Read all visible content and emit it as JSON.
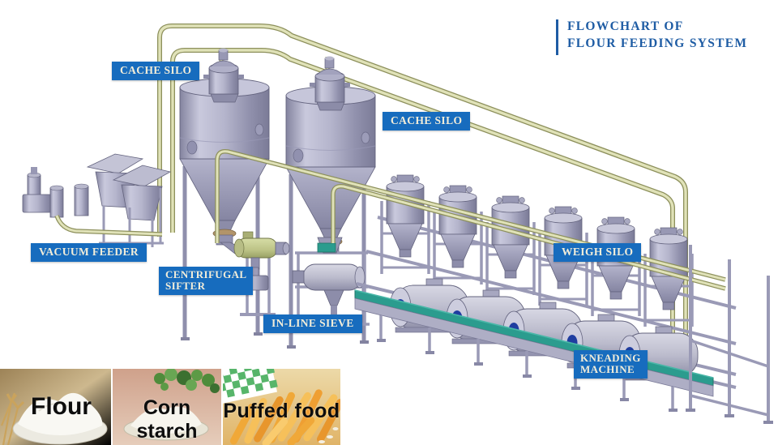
{
  "title": {
    "line1": "FLOWCHART OF",
    "line2": "FLOUR FEEDING SYSTEM"
  },
  "labels": {
    "cache_silo_1": "CACHE SILO",
    "cache_silo_2": "CACHE SILO",
    "vacuum_feeder": "VACUUM FEEDER",
    "centrifugal_sifter_line1": "CENTRIFUGAL",
    "centrifugal_sifter_line2": "SIFTER",
    "in_line_sieve": "IN-LINE SIEVE",
    "weigh_silo": "WEIGH SILO",
    "kneading_machine_line1": "KNEADING",
    "kneading_machine_line2": "MACHINE"
  },
  "photos": [
    {
      "caption": "Flour"
    },
    {
      "caption": "Corn starch"
    },
    {
      "caption": "Puffed food"
    }
  ],
  "equipment_sequence": [
    "VACUUM FEEDER",
    "CACHE SILO",
    "CACHE SILO",
    "CENTRIFUGAL SIFTER",
    "IN-LINE SIEVE",
    "WEIGH SILO",
    "KNEADING MACHINE"
  ],
  "colors": {
    "label_bg": "#176cbe",
    "label_text": "#f2edd9",
    "title_text": "#1e5ca4",
    "equipment_body": "#a9a9c5",
    "equipment_highlight": "#d3d3e4",
    "equipment_shadow": "#80809f",
    "pipe_light": "#e0e2b8",
    "pipe_dark": "#8d905c",
    "sifter_green": "#c9d095",
    "conveyor_teal": "#2b9c8e",
    "hub_blue": "#1f3da0",
    "flange_tan": "#b2946a"
  }
}
